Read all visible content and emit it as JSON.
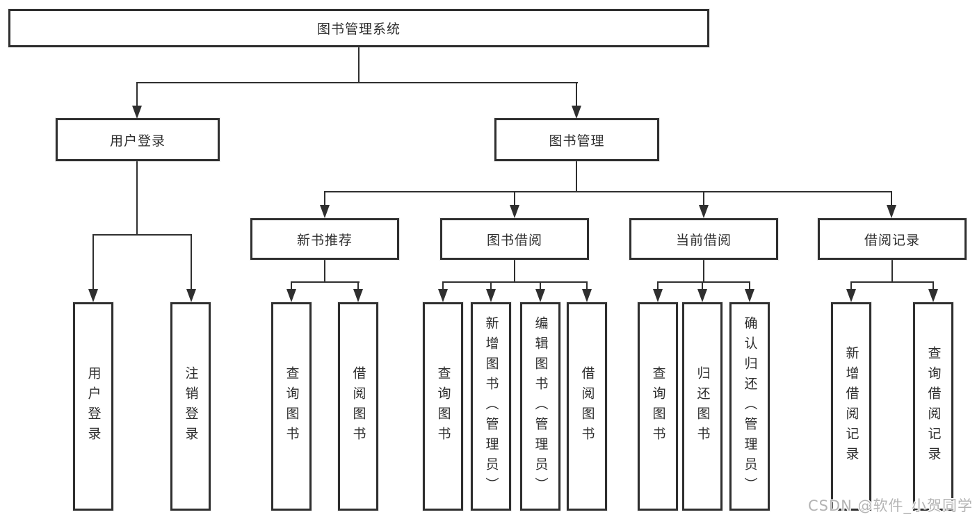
{
  "diagram_title": "图书管理系统",
  "tree": {
    "label": "图书管理系统",
    "children": [
      {
        "label": "用户登录",
        "children": [
          {
            "label": "用户登录"
          },
          {
            "label": "注销登录"
          }
        ]
      },
      {
        "label": "图书管理",
        "children": [
          {
            "label": "新书推荐",
            "children": [
              {
                "label": "查询图书"
              },
              {
                "label": "借阅图书"
              }
            ]
          },
          {
            "label": "图书借阅",
            "children": [
              {
                "label": "查询图书"
              },
              {
                "label": "新增图书（管理员）"
              },
              {
                "label": "编辑图书（管理员）"
              },
              {
                "label": "借阅图书"
              }
            ]
          },
          {
            "label": "当前借阅",
            "children": [
              {
                "label": "查询图书"
              },
              {
                "label": "归还图书"
              },
              {
                "label": "确认归还（管理员）"
              }
            ]
          },
          {
            "label": "借阅记录",
            "children": [
              {
                "label": "新增借阅记录"
              },
              {
                "label": "查询借阅记录"
              }
            ]
          }
        ]
      }
    ]
  },
  "watermark": "CSDN @软件_小贺同学",
  "colors": {
    "line": "#2f2f2f",
    "box_border": "#2f2f2f",
    "box_background": "#ffffff",
    "text": "#2e2e2e",
    "watermark": "#b4b4b4",
    "page_background": "#ffffff"
  }
}
